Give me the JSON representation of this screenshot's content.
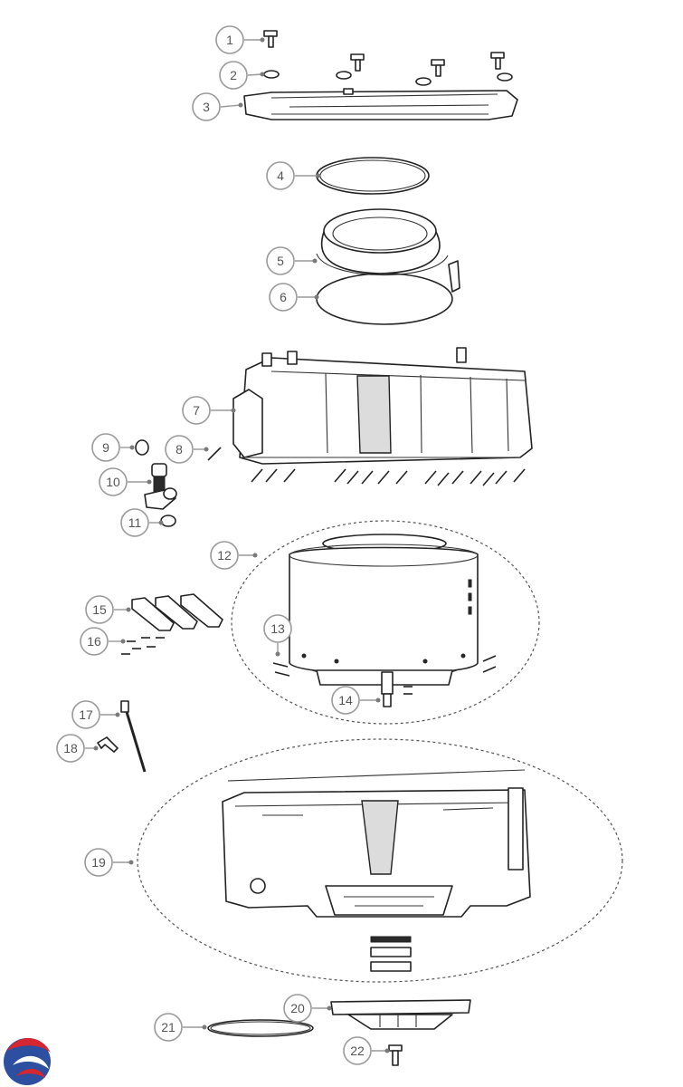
{
  "brand_colors": {
    "logo_red": "#d62630",
    "logo_blue": "#2d4fa0"
  },
  "callouts": [
    {
      "id": "1",
      "label": "1"
    },
    {
      "id": "2",
      "label": "2"
    },
    {
      "id": "3",
      "label": "3"
    },
    {
      "id": "4",
      "label": "4"
    },
    {
      "id": "5",
      "label": "5"
    },
    {
      "id": "6",
      "label": "6"
    },
    {
      "id": "7",
      "label": "7"
    },
    {
      "id": "8",
      "label": "8"
    },
    {
      "id": "9",
      "label": "9"
    },
    {
      "id": "10",
      "label": "10"
    },
    {
      "id": "11",
      "label": "11"
    },
    {
      "id": "12",
      "label": "12"
    },
    {
      "id": "13",
      "label": "13"
    },
    {
      "id": "14",
      "label": "14"
    },
    {
      "id": "15",
      "label": "15"
    },
    {
      "id": "16",
      "label": "16"
    },
    {
      "id": "17",
      "label": "17"
    },
    {
      "id": "18",
      "label": "18"
    },
    {
      "id": "19",
      "label": "19"
    },
    {
      "id": "20",
      "label": "20"
    },
    {
      "id": "21",
      "label": "21"
    },
    {
      "id": "22",
      "label": "22"
    }
  ]
}
